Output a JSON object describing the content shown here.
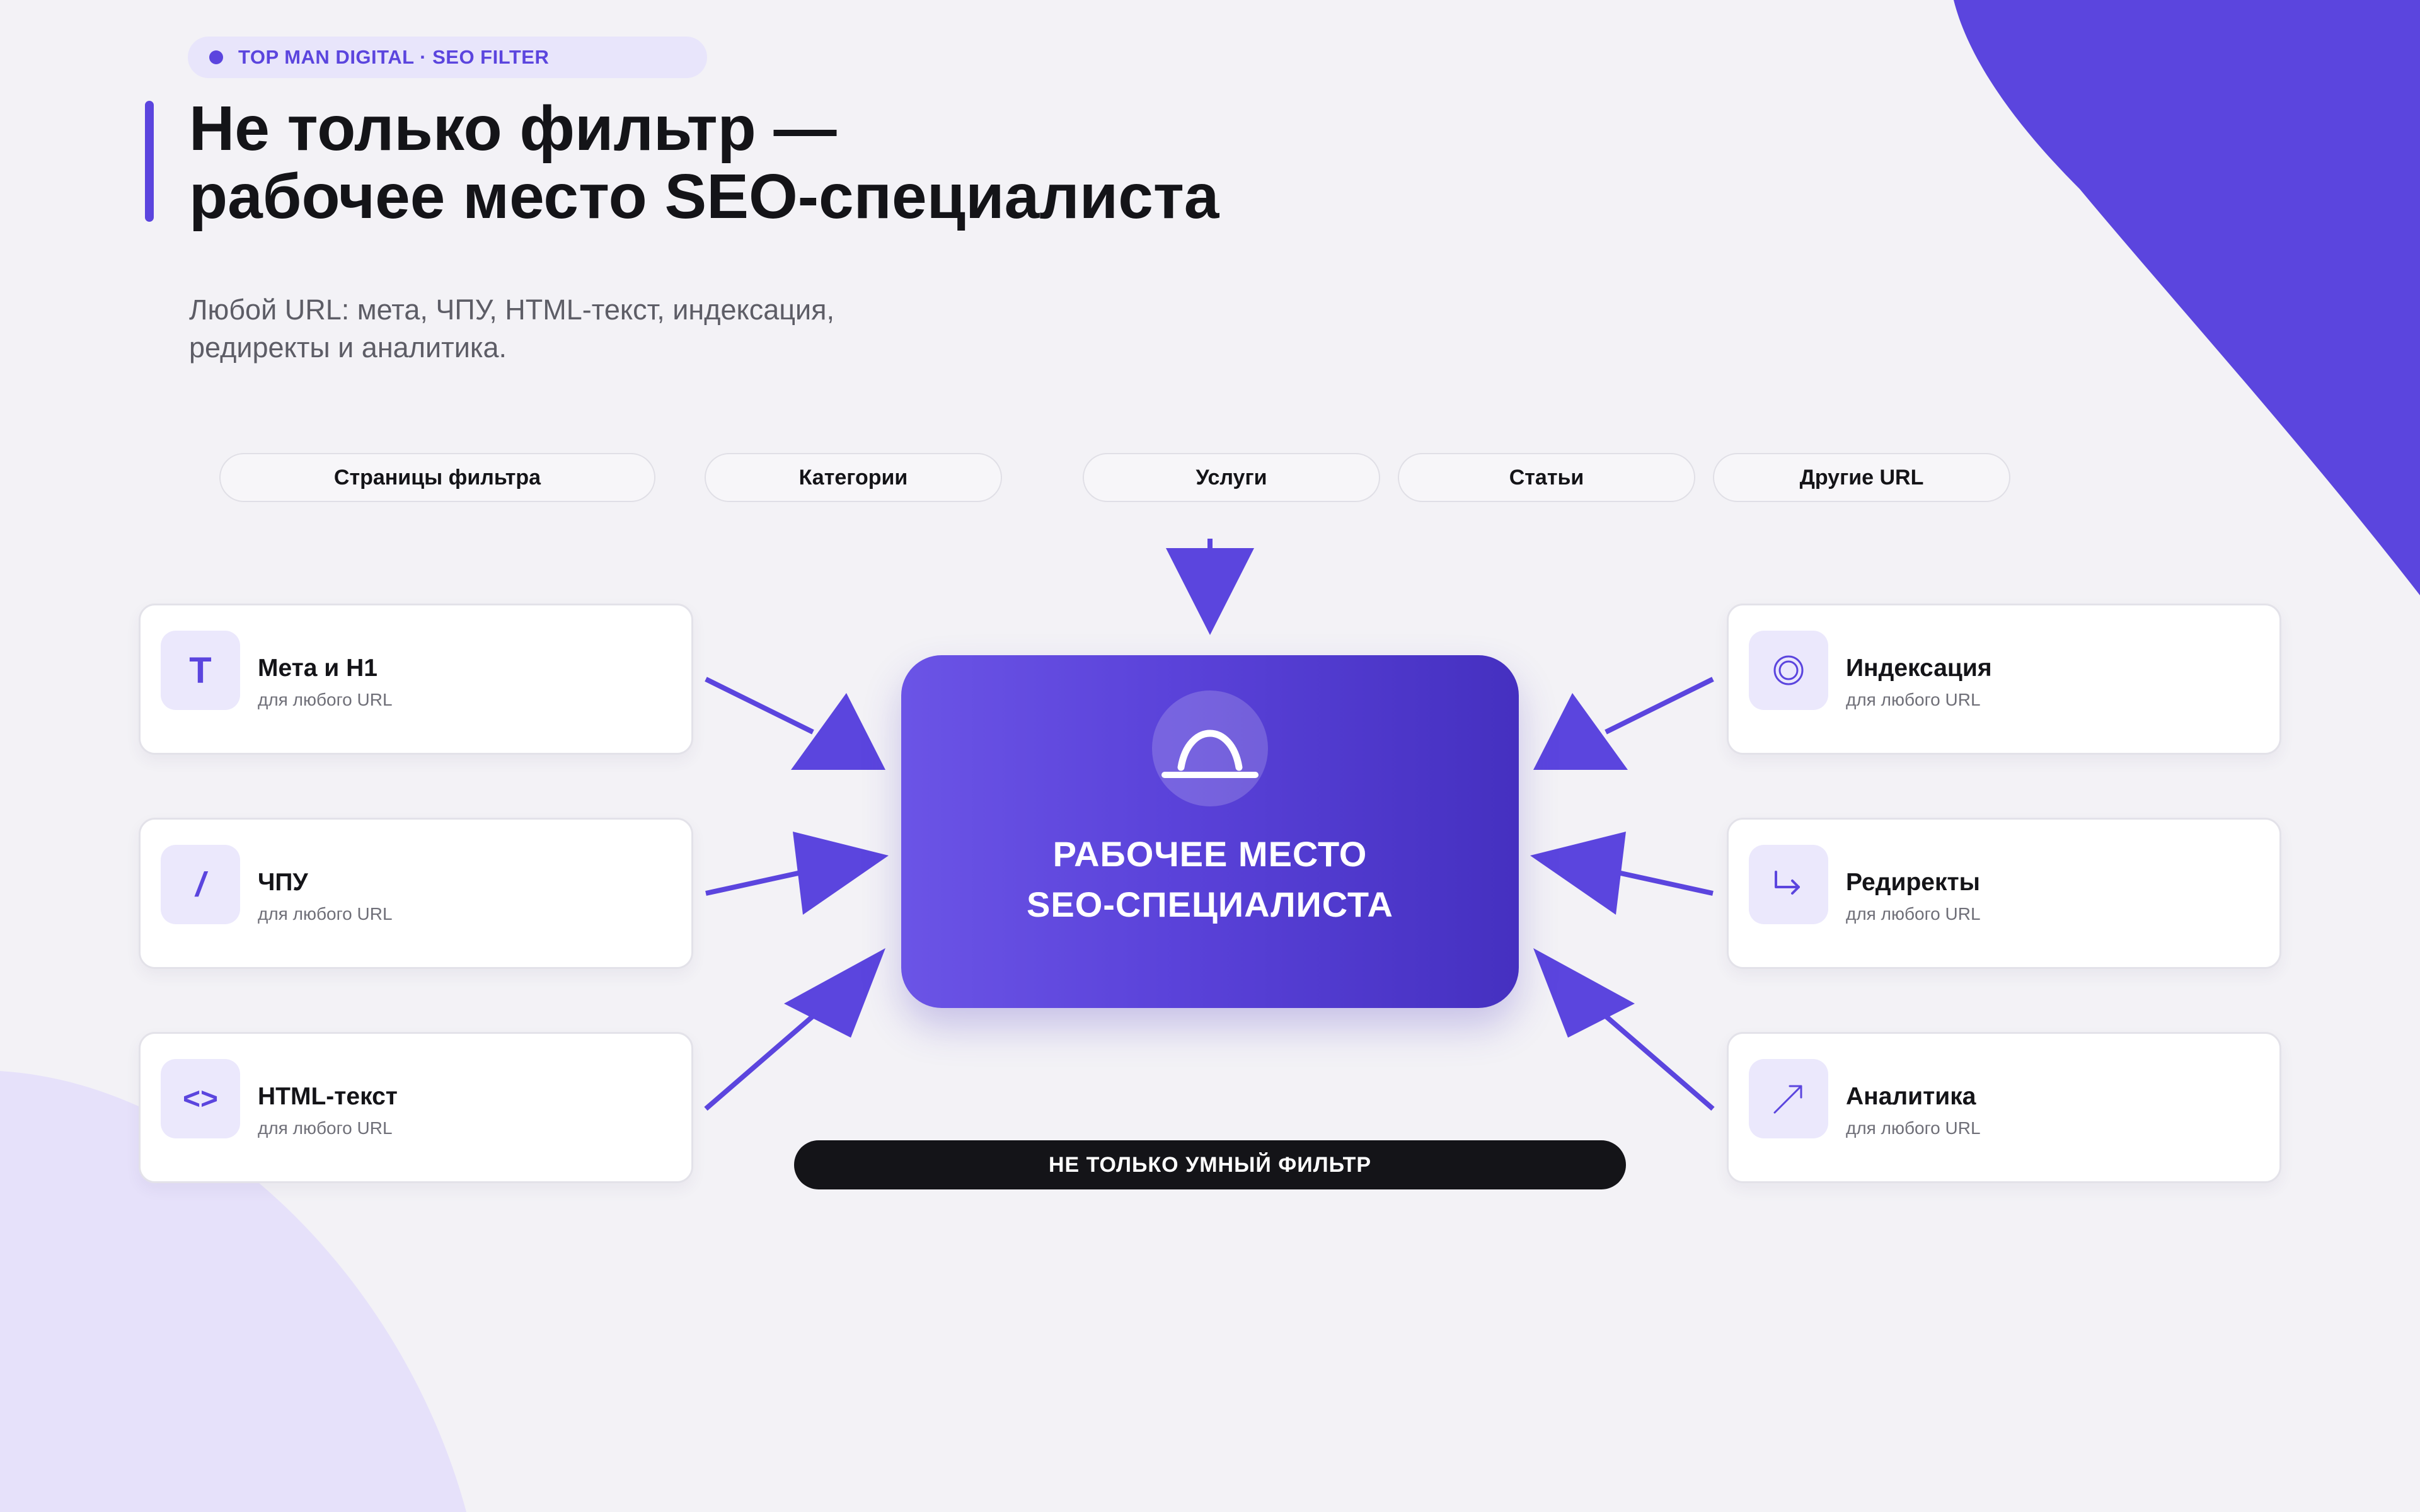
{
  "brand": {
    "accent": "#5b45de",
    "dark": "#141418",
    "background": "#f3f2f6"
  },
  "badge": {
    "text": "TOP MAN DIGITAL · SEO FILTER"
  },
  "title": {
    "line1": "Не только фильтр —",
    "line2": "рабочее место SEO-специалиста"
  },
  "subtitle": {
    "line1": "Любой URL: мета, ЧПУ, HTML-текст, индексация,",
    "line2": "редиректы и аналитика."
  },
  "url_types": [
    "Страницы фильтра",
    "Категории",
    "Услуги",
    "Статьи",
    "Другие URL"
  ],
  "left_features": [
    {
      "title": "Мета и H1",
      "subtitle": "для любого URL",
      "icon": "text-icon",
      "glyph": "T"
    },
    {
      "title": "ЧПУ",
      "subtitle": "для любого URL",
      "icon": "slash-icon",
      "glyph": "/"
    },
    {
      "title": "HTML-текст",
      "subtitle": "для любого URL",
      "icon": "code-icon",
      "glyph": "<>"
    }
  ],
  "right_features": [
    {
      "title": "Индексация",
      "subtitle": "для любого URL",
      "icon": "target-icon"
    },
    {
      "title": "Редиректы",
      "subtitle": "для любого URL",
      "icon": "redirect-arrow-icon"
    },
    {
      "title": "Аналитика",
      "subtitle": "для любого URL",
      "icon": "trend-arrow-icon"
    }
  ],
  "center": {
    "line1": "РАБОЧЕЕ МЕСТО",
    "line2": "SEO-СПЕЦИАЛИСТА",
    "icon": "bell-curve-icon"
  },
  "footer_pill": "НЕ ТОЛЬКО УМНЫЙ ФИЛЬТР"
}
